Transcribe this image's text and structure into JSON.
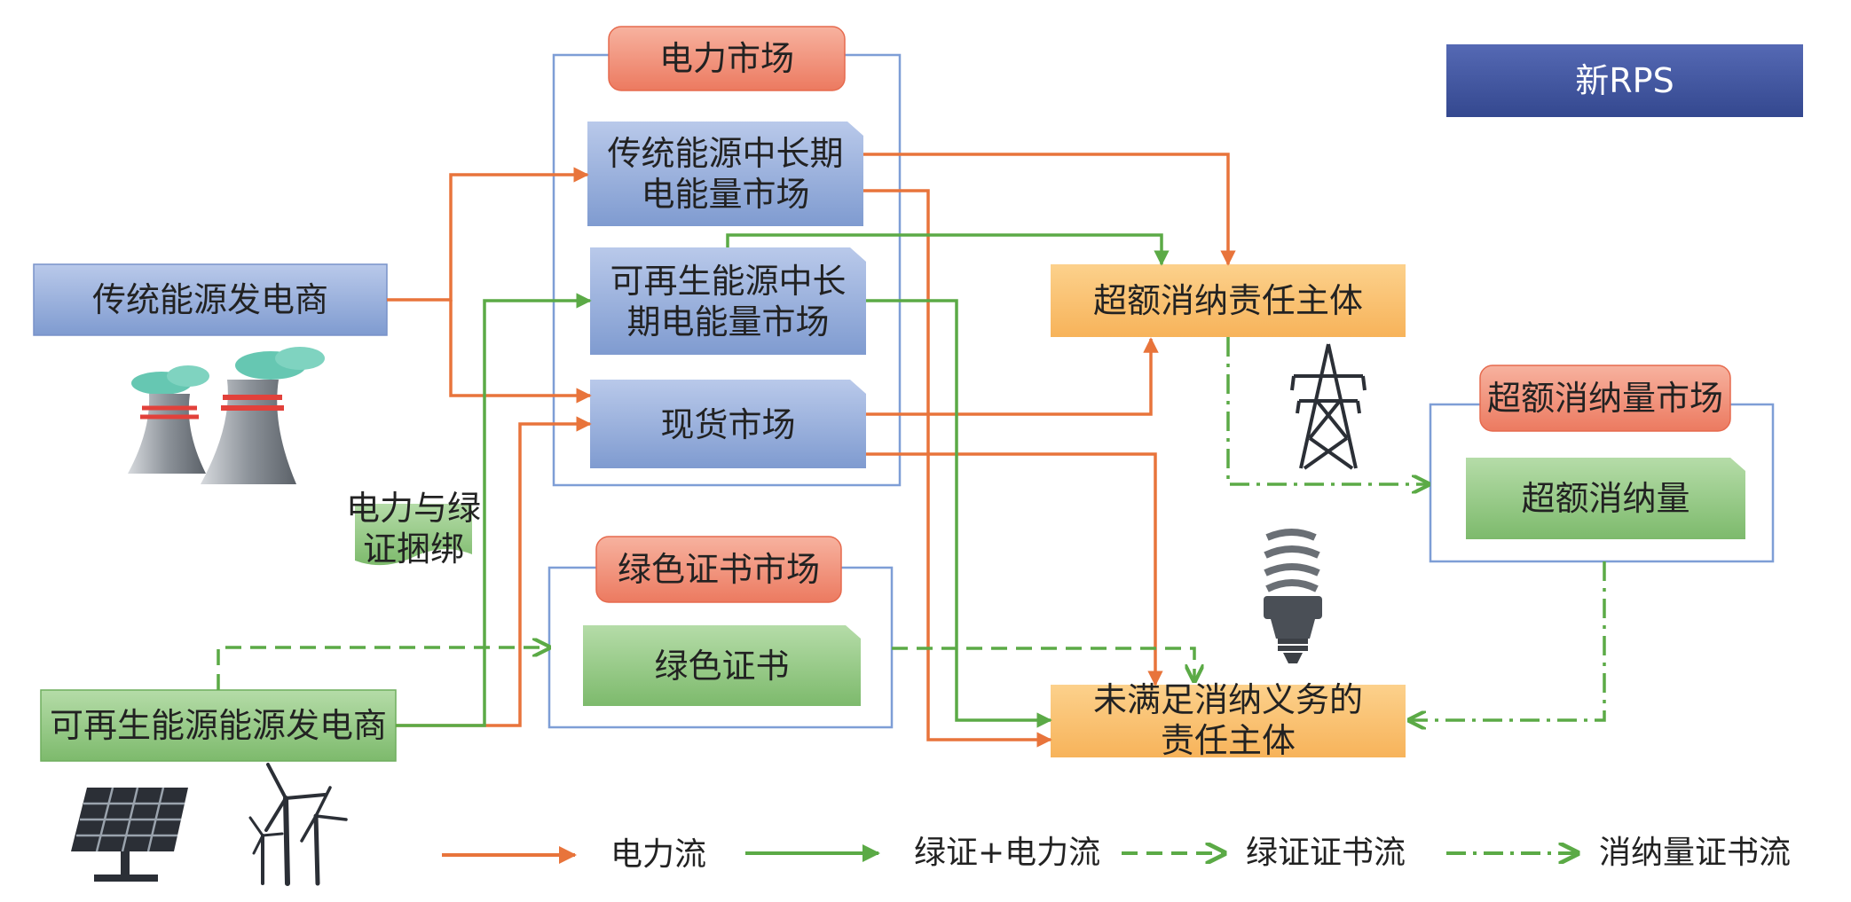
{
  "nodes": {
    "new_rps": "新RPS",
    "power_market": "电力市场",
    "traditional_mid_long": "传统能源中长期\n电能量市场",
    "renewable_mid_long": "可再生能源中长\n期电能量市场",
    "spot_market": "现货市场",
    "traditional_generator": "传统能源发电商",
    "renewable_generator": "可再生能源能源发电商",
    "bundle_note": "电力与绿\n证捆绑",
    "green_cert_market": "绿色证书市场",
    "green_cert": "绿色证书",
    "excess_subject": "超额消纳责任主体",
    "unfulfilled_subject": "未满足消纳义务的\n责任主体",
    "excess_market": "超额消纳量市场",
    "excess_amount": "超额消纳量"
  },
  "legend": {
    "power_flow": "电力流",
    "green_power_flow": "绿证+电力流",
    "green_cert_flow": "绿证证书流",
    "consumption_cert_flow": "消纳量证书流"
  },
  "colors": {
    "orange_flow": "#E8743B",
    "green_flow": "#5BAA46",
    "blue_box": "#8FA8D6",
    "green_box": "#8BC57E",
    "salmon_header": "#F0856B",
    "gold_box": "#F9C06B",
    "navy": "#3F56A2",
    "frame_blue": "#7E9ED6"
  }
}
